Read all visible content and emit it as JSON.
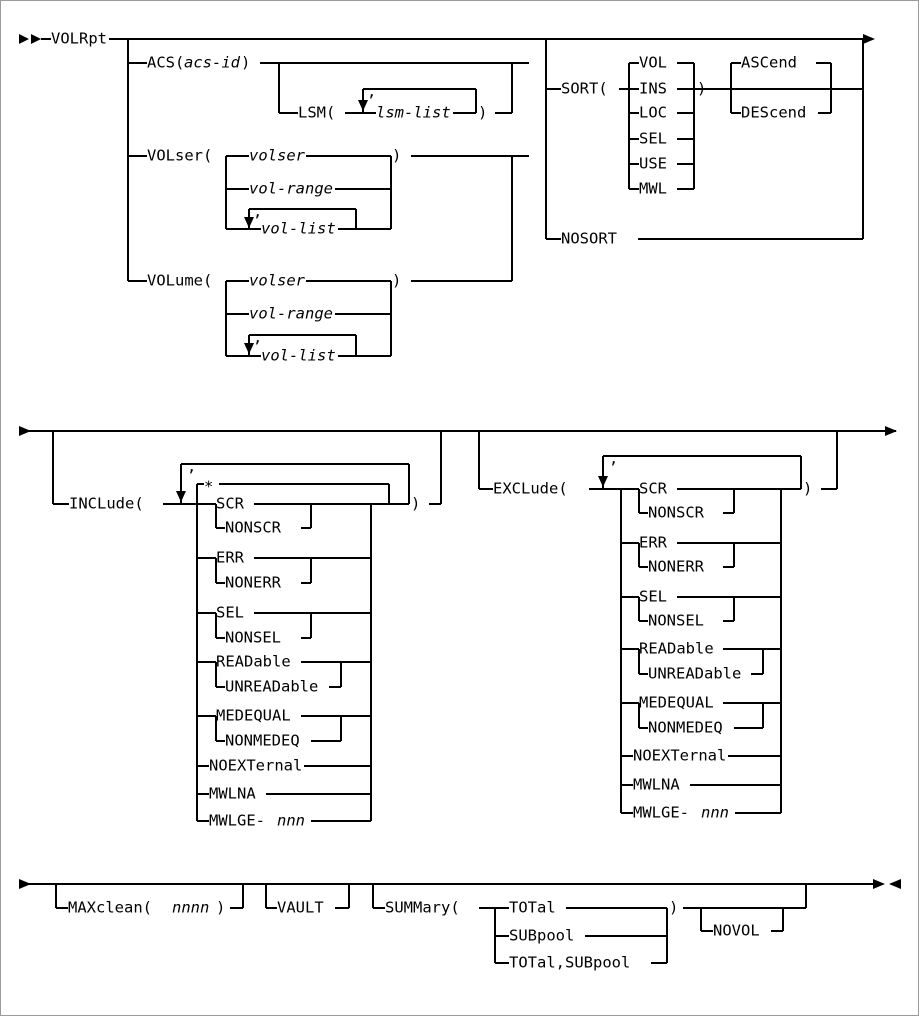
{
  "diagram": {
    "kind": "railroad-syntax-diagram",
    "command": "VOLRpt",
    "line_color": "#000000",
    "background_color": "#ffffff",
    "border_color": "#9a9a9a",
    "symbols": {
      "start": "►►",
      "continue_right": "►",
      "continue_left": "►",
      "end": "►◄",
      "comma": ",",
      "asterisk": "*",
      "open_paren": "(",
      "close_paren": ")"
    },
    "rows": [
      {
        "id": "row-1",
        "start_marker": "►►",
        "end_marker": "►",
        "items": [
          {
            "label": "VOLRpt",
            "type": "keyword"
          },
          {
            "label": "ACS(",
            "type": "keyword"
          },
          {
            "label": "acs-id",
            "type": "variable"
          },
          {
            "label": ")",
            "type": "keyword"
          },
          {
            "label": "LSM(",
            "type": "keyword"
          },
          {
            "label": "lsm-list",
            "type": "variable"
          },
          {
            "label": ")",
            "type": "keyword"
          },
          {
            "label": "VOLser(",
            "type": "keyword"
          },
          {
            "label": "volser",
            "type": "variable"
          },
          {
            "label": "vol-range",
            "type": "variable"
          },
          {
            "label": "vol-list",
            "type": "variable"
          },
          {
            "label": ")",
            "type": "keyword"
          },
          {
            "label": "VOLume(",
            "type": "keyword"
          },
          {
            "label": "SORT(",
            "type": "keyword"
          },
          {
            "label": "VOL",
            "type": "keyword"
          },
          {
            "label": "INS",
            "type": "keyword"
          },
          {
            "label": "LOC",
            "type": "keyword"
          },
          {
            "label": "SEL",
            "type": "keyword"
          },
          {
            "label": "USE",
            "type": "keyword"
          },
          {
            "label": "MWL",
            "type": "keyword"
          },
          {
            "label": "ASCend",
            "type": "keyword"
          },
          {
            "label": "DEScend",
            "type": "keyword"
          },
          {
            "label": "NOSORT",
            "type": "keyword"
          }
        ]
      },
      {
        "id": "row-2",
        "start_marker": "►",
        "end_marker": "►",
        "items": [
          {
            "label": "INCLude(",
            "type": "keyword"
          },
          {
            "label": "EXCLude(",
            "type": "keyword"
          },
          {
            "label": "*",
            "type": "keyword"
          },
          {
            "label": "SCR",
            "type": "keyword"
          },
          {
            "label": "NONSCR",
            "type": "keyword"
          },
          {
            "label": "ERR",
            "type": "keyword"
          },
          {
            "label": "NONERR",
            "type": "keyword"
          },
          {
            "label": "SEL",
            "type": "keyword"
          },
          {
            "label": "NONSEL",
            "type": "keyword"
          },
          {
            "label": "READable",
            "type": "keyword"
          },
          {
            "label": "UNREADable",
            "type": "keyword"
          },
          {
            "label": "MEDEQUAL",
            "type": "keyword"
          },
          {
            "label": "NONMEDEQ",
            "type": "keyword"
          },
          {
            "label": "NOEXTernal",
            "type": "keyword"
          },
          {
            "label": "MWLNA",
            "type": "keyword"
          },
          {
            "label": "MWLGE-",
            "type": "keyword"
          },
          {
            "label": "nnn",
            "type": "variable"
          }
        ]
      },
      {
        "id": "row-3",
        "start_marker": "►",
        "end_marker": "►◄",
        "items": [
          {
            "label": "MAXclean(",
            "type": "keyword"
          },
          {
            "label": "nnnn",
            "type": "variable"
          },
          {
            "label": ")",
            "type": "keyword"
          },
          {
            "label": "VAULT",
            "type": "keyword"
          },
          {
            "label": "SUMMary(",
            "type": "keyword"
          },
          {
            "label": "TOTal",
            "type": "keyword"
          },
          {
            "label": "SUBpool",
            "type": "keyword"
          },
          {
            "label": "TOTal,SUBpool",
            "type": "keyword"
          },
          {
            "label": ")",
            "type": "keyword"
          },
          {
            "label": "NOVOL",
            "type": "keyword"
          }
        ]
      }
    ],
    "labels": {
      "volrpt": "VOLRpt",
      "acs_open": "ACS(",
      "acs_id": "acs-id",
      "paren_close": ")",
      "lsm_open": "LSM(",
      "lsm_list": "lsm-list",
      "volser_open": "VOLser(",
      "volume_open": "VOLume(",
      "volser": "volser",
      "vol_range": "vol-range",
      "vol_list": "vol-list",
      "sort_open": "SORT(",
      "sort_vol": "VOL",
      "sort_ins": "INS",
      "sort_loc": "LOC",
      "sort_sel": "SEL",
      "sort_use": "USE",
      "sort_mwl": "MWL",
      "ascend": "ASCend",
      "descend": "DEScend",
      "nosort": "NOSORT",
      "include_open": "INCLude(",
      "exclude_open": "EXCLude(",
      "star": "*",
      "scr": "SCR",
      "nonscr": "NONSCR",
      "err": "ERR",
      "nonerr": "NONERR",
      "sel": "SEL",
      "nonsel": "NONSEL",
      "readable": "READable",
      "unreadable": "UNREADable",
      "medequal": "MEDEQUAL",
      "nonmedeq": "NONMEDEQ",
      "noexternal": "NOEXTernal",
      "mwlna": "MWLNA",
      "mwlge": "MWLGE-",
      "nnn": "nnn",
      "maxclean_open": "MAXclean(",
      "nnnn": "nnnn",
      "vault": "VAULT",
      "summary_open": "SUMMary(",
      "total": "TOTal",
      "subpool": "SUBpool",
      "total_subpool": "TOTal,SUBpool",
      "novol": "NOVOL",
      "comma": ",",
      "start_arrows": "►►",
      "right_arrow": "►",
      "end_arrows": "►◄"
    }
  }
}
